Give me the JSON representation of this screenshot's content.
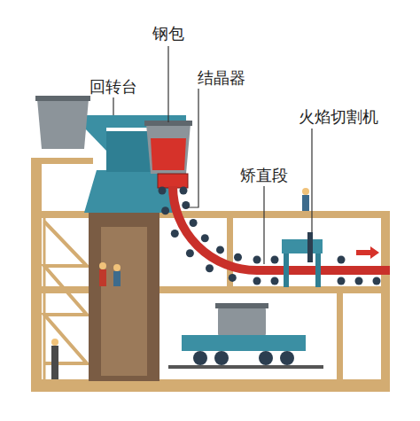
{
  "diagram": {
    "labels": [
      "钢包",
      "回转台",
      "结晶器",
      "火焰切割机",
      "矫直段"
    ]
  }
}
